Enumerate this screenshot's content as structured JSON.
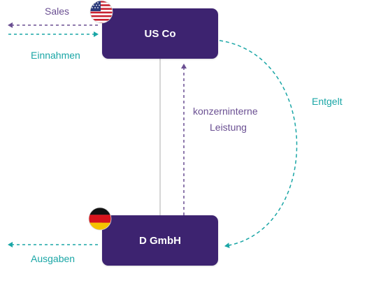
{
  "entities": {
    "us_company": "US Co",
    "german_company": "D GmbH"
  },
  "flows": {
    "sales": "Sales",
    "income": "Einnahmen",
    "expenses": "Ausgaben",
    "fee": "Entgelt",
    "intragroup_service_line1": "konzerninterne",
    "intragroup_service_line2": "Leistung"
  },
  "flags": {
    "us": "us-flag-icon",
    "de": "german-flag-icon"
  },
  "colors": {
    "box": "#3d2370",
    "purple_flow": "#6a4f92",
    "teal_flow": "#1aa6a6",
    "connector": "#c8c8c8"
  }
}
